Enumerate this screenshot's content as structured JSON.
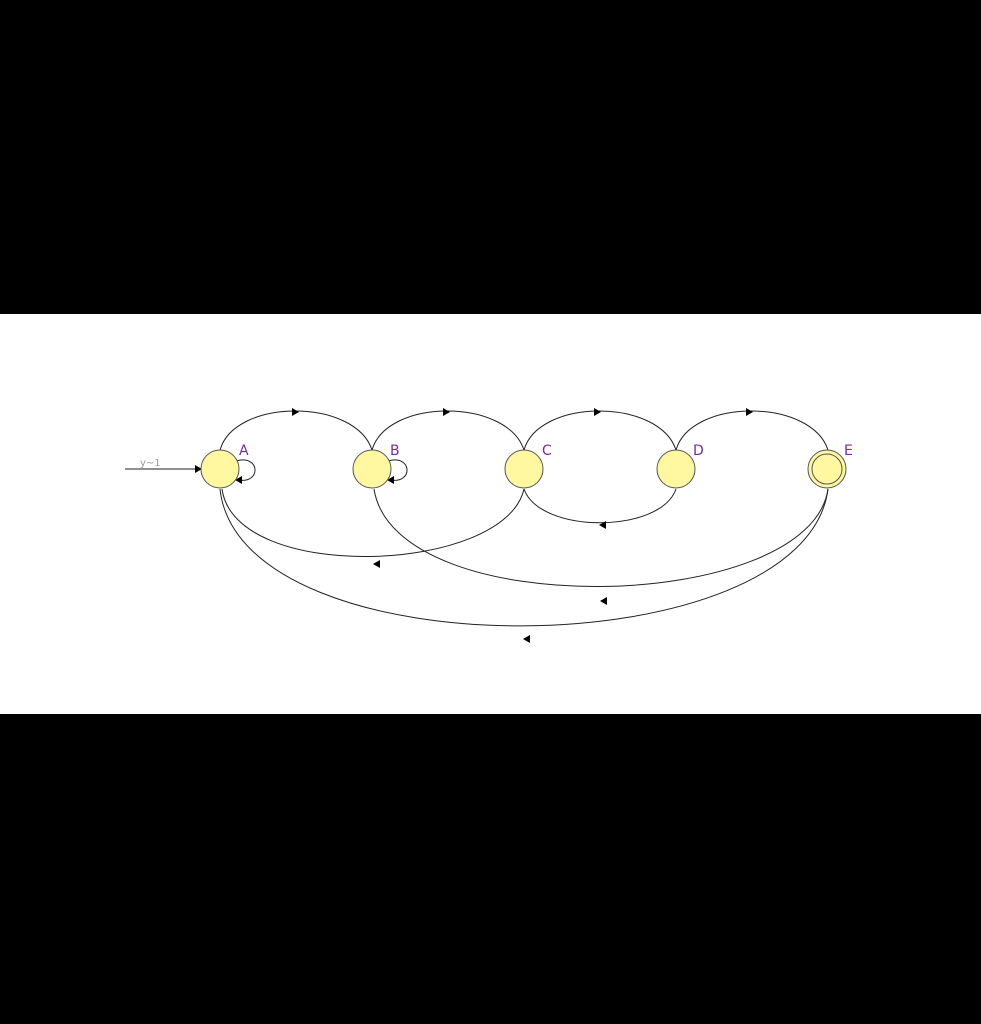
{
  "diagram": {
    "start_label": "y~1",
    "states": [
      {
        "id": "A",
        "label": "A",
        "accepting": false
      },
      {
        "id": "B",
        "label": "B",
        "accepting": false
      },
      {
        "id": "C",
        "label": "C",
        "accepting": false
      },
      {
        "id": "D",
        "label": "D",
        "accepting": false
      },
      {
        "id": "E",
        "label": "E",
        "accepting": true
      }
    ],
    "transitions": [
      {
        "from": "A",
        "to": "A"
      },
      {
        "from": "A",
        "to": "B"
      },
      {
        "from": "B",
        "to": "B"
      },
      {
        "from": "B",
        "to": "C"
      },
      {
        "from": "C",
        "to": "D"
      },
      {
        "from": "D",
        "to": "E"
      },
      {
        "from": "D",
        "to": "C"
      },
      {
        "from": "C",
        "to": "A"
      },
      {
        "from": "E",
        "to": "B"
      },
      {
        "from": "E",
        "to": "A"
      }
    ],
    "colors": {
      "node_fill": "#fff8a0",
      "label": "#7a2a9a"
    }
  }
}
